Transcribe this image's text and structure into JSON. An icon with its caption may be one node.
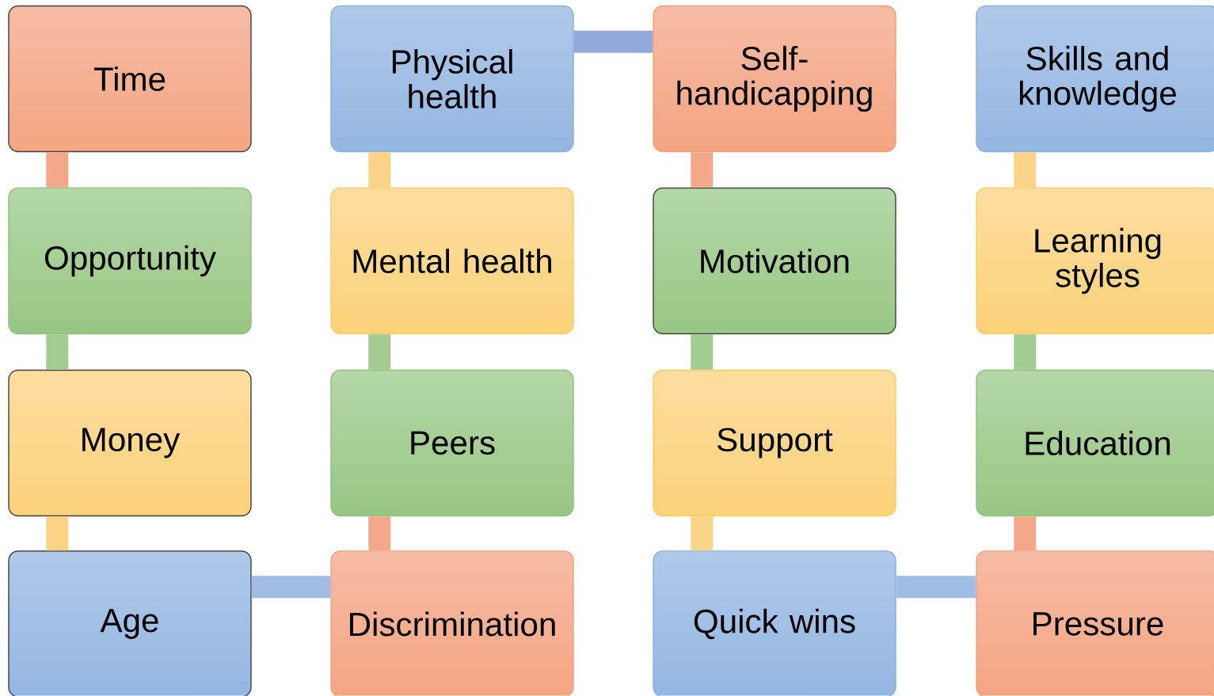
{
  "diagram": {
    "nodes": [
      {
        "text": [
          "Time"
        ]
      },
      {
        "text": [
          "Physical health"
        ]
      },
      {
        "text": [
          "Self-handicapping"
        ]
      },
      {
        "text": [
          "Skills and knowledge"
        ]
      },
      {
        "text": [
          "Opportunity"
        ]
      },
      {
        "text": [
          "Mental health"
        ]
      },
      {
        "text": [
          "Motivation"
        ]
      },
      {
        "text": [
          "Learning styles"
        ]
      },
      {
        "text": [
          "Money"
        ]
      },
      {
        "text": [
          "Peers"
        ]
      },
      {
        "text": [
          "Support"
        ]
      },
      {
        "text": [
          "Education"
        ]
      },
      {
        "text": [
          "Age"
        ]
      },
      {
        "text": [
          "Discrimination"
        ]
      },
      {
        "text": [
          "Quick wins"
        ]
      },
      {
        "text": [
          "Pressure"
        ]
      }
    ],
    "edges": [
      {
        "from": 0,
        "to": 4,
        "arrow": "none",
        "color": "#f4a88a"
      },
      {
        "from": 4,
        "to": 8,
        "arrow": "none",
        "color": "#a3cc90"
      },
      {
        "from": 8,
        "to": 12,
        "arrow": "none",
        "color": "#fcd488"
      },
      {
        "from": 12,
        "to": 13,
        "arrow": "none",
        "color": "#9fbde6"
      },
      {
        "from": 13,
        "to": 9,
        "arrow": "none",
        "color": "#f4a88a"
      },
      {
        "from": 9,
        "to": 5,
        "arrow": "none",
        "color": "#a3cc90"
      },
      {
        "from": 5,
        "to": 1,
        "arrow": "none",
        "color": "#fcd488"
      },
      {
        "from": 1,
        "to": 2,
        "arrow": "none",
        "color": "#93a8dc"
      },
      {
        "from": 2,
        "to": 6,
        "arrow": "none",
        "color": "#f4a88a"
      },
      {
        "from": 6,
        "to": 10,
        "arrow": "none",
        "color": "#a3cc90"
      },
      {
        "from": 10,
        "to": 14,
        "arrow": "none",
        "color": "#fcd488"
      },
      {
        "from": 14,
        "to": 15,
        "arrow": "none",
        "color": "#9fbde6"
      },
      {
        "from": 15,
        "to": 11,
        "arrow": "none",
        "color": "#f4a88a"
      },
      {
        "from": 11,
        "to": 7,
        "arrow": "none",
        "color": "#a3cc90"
      },
      {
        "from": 7,
        "to": 3,
        "arrow": "none",
        "color": "#fcd488"
      }
    ]
  }
}
